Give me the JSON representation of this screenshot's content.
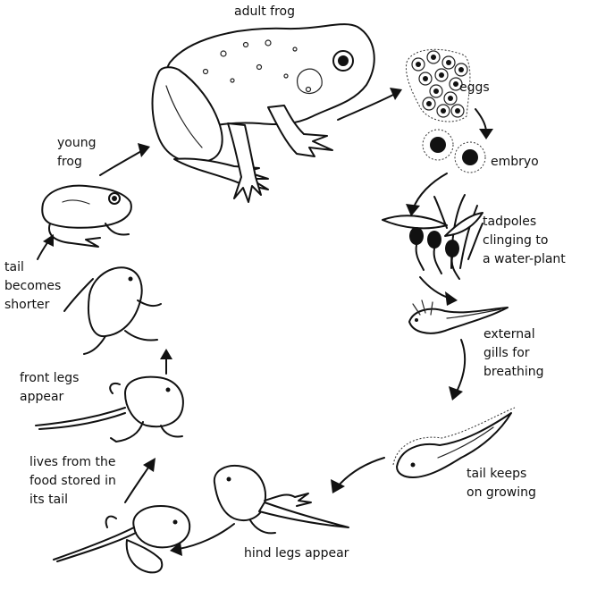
{
  "labels": {
    "adult_frog": "adult frog",
    "eggs": "eggs",
    "embryo": "embryo",
    "tadpoles": "tadpoles\nclinging to\na water-plant",
    "external_gills": "external\ngills for\nbreathing",
    "tail_keeps": "tail keeps\non growing",
    "hind_legs": "hind legs appear",
    "lives_from_food": "lives from the\nfood stored in\nits tail",
    "front_legs": "front legs\nappear",
    "tail_shorter": "tail\nbecomes\nshorter",
    "young_frog": "young\nfrog"
  }
}
